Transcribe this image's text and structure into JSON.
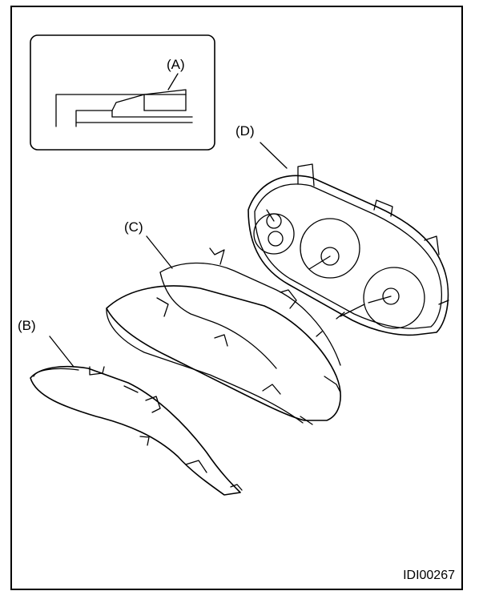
{
  "labels": {
    "a": "(A)",
    "b": "(B)",
    "c": "(C)",
    "d": "(D)"
  },
  "figure_id": "IDI00267",
  "colors": {
    "line": "#000000",
    "background": "#ffffff",
    "shade": "#f2f2f2"
  }
}
